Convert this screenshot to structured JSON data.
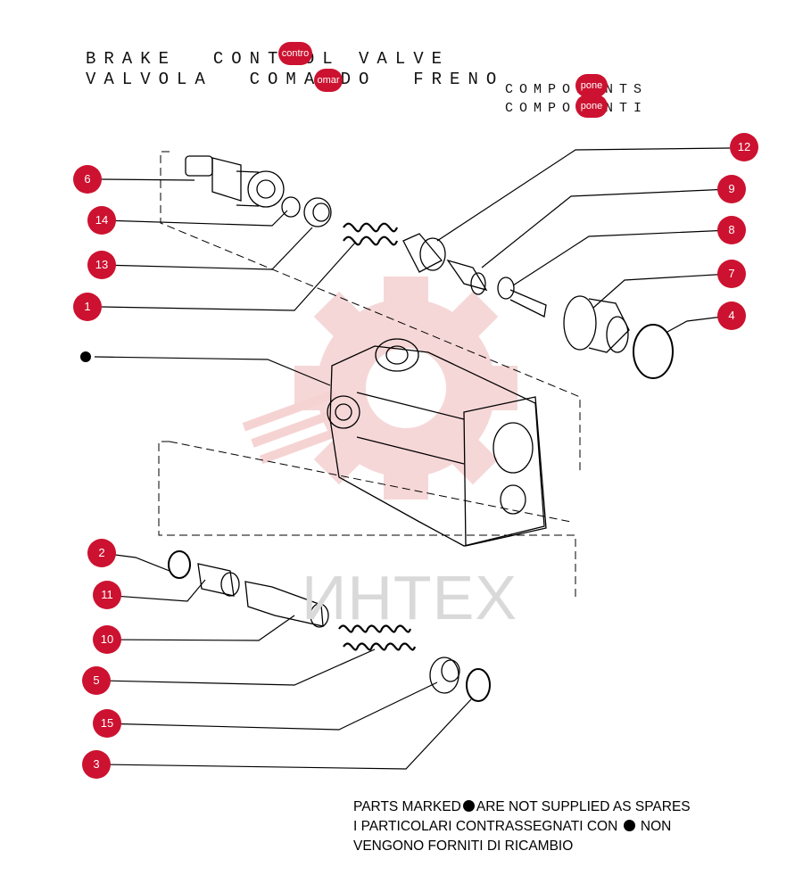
{
  "titles": {
    "en_line": "BRAKE  CONTROL VALVE",
    "it_line": "VALVOLA  COMANDO  FRENO",
    "components_en": "COMPONENTS",
    "components_it": "COMPONENTI"
  },
  "highlights": [
    "contro",
    "omar",
    "pone",
    "pone"
  ],
  "callouts": [
    "6",
    "14",
    "13",
    "1",
    "12",
    "9",
    "8",
    "7",
    "4",
    "2",
    "11",
    "10",
    "5",
    "15",
    "3"
  ],
  "watermark": "ИНТЕХ",
  "footnote": {
    "line1_a": "PARTS MARKED",
    "line1_b": "ARE NOT SUPPLIED AS SPARES",
    "line2_a": "I PARTICOLARI  CONTRASSEGNATI  CON",
    "line2_b": "NON",
    "line3": "VENGONO FORNITI DI RICAMBIO"
  },
  "colors": {
    "callout": "#cc1230",
    "logo_watermark": "#f3c8c8",
    "line": "#000000"
  },
  "icons": [
    "gear-logo-watermark-icon",
    "not-supplied-bullet-icon"
  ]
}
